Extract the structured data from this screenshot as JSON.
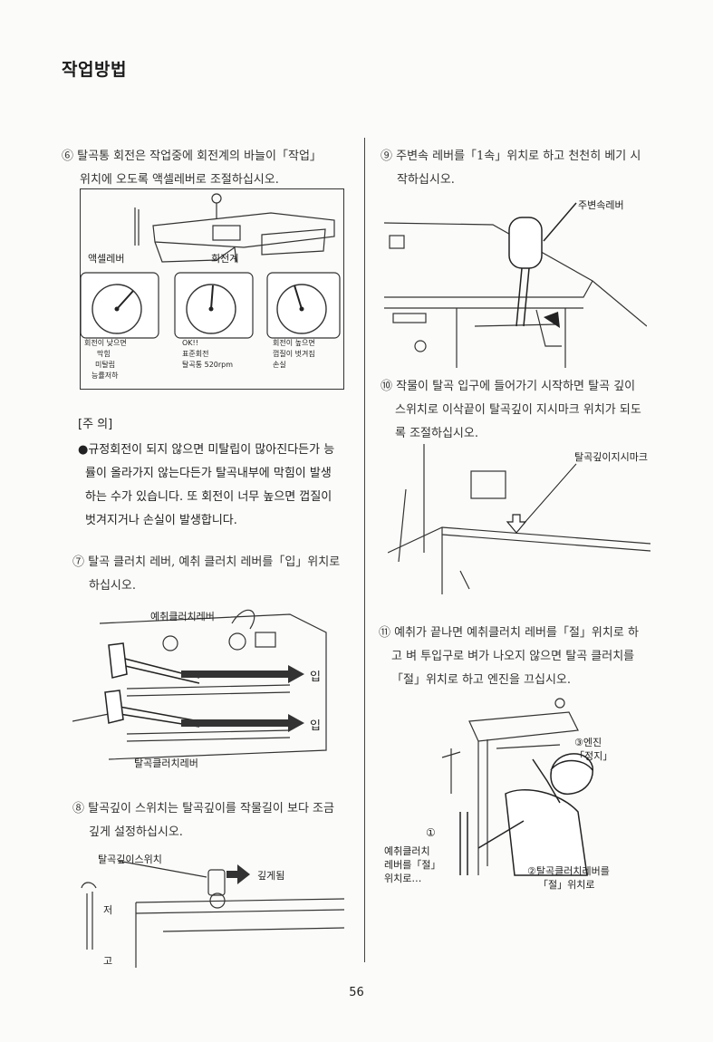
{
  "header": {
    "section_title": "작업방법"
  },
  "left": {
    "step6": {
      "line1": "⑥ 탈곡통 회전은 작업중에 회전계의 바늘이「작업」",
      "line2": "위치에 오도록 액셀레버로 조절하십시오."
    },
    "fig1": {
      "accel_lever": "액셀레버",
      "tachometer": "회전계",
      "gauges": [
        {
          "caption": [
            "회전이 낮으면",
            "막힘",
            "미탈립",
            "능률저하"
          ]
        },
        {
          "caption": [
            "OK!!",
            "표준회전",
            "탈곡통 520rpm"
          ]
        },
        {
          "caption": [
            "회전이 높으면",
            "껍질이 벗겨짐",
            "손실"
          ]
        }
      ]
    },
    "caution": {
      "heading": "[주  의]",
      "lines": [
        "●규정회전이 되지 않으면 미탈립이 많아진다든가 능",
        "률이 올라가지 않는다든가 탈곡내부에 막힘이 발생",
        "하는 수가 있습니다. 또 회전이 너무 높으면 껍질이",
        "벗겨지거나 손실이 발생합니다."
      ]
    },
    "step7": {
      "line1": "⑦ 탈곡 클러치 레버, 예취 클러치 레버를「입」위치로",
      "line2": "하십시오."
    },
    "fig2": {
      "reaping_clutch_lever": "예취클러치레버",
      "in1": "입",
      "in2": "입",
      "threshing_clutch_lever": "탈곡클러치레버"
    },
    "step8": {
      "line1": "⑧ 탈곡깊이 스위치는 탈곡깊이를 작물길이 보다 조금",
      "line2": "깊게 설정하십시오."
    },
    "fig3": {
      "depth_switch": "탈곡깊이스위치",
      "deeper": "깊게됨",
      "low": "저",
      "high": "고"
    }
  },
  "right": {
    "step9": {
      "line1": "⑨ 주변속 레버를「1속」위치로 하고 천천히 베기 시",
      "line2": "작하십시오."
    },
    "fig4": {
      "main_shift_lever": "주변속레버"
    },
    "step10": {
      "line1": "⑩ 작물이 탈곡 입구에 들어가기 시작하면 탈곡 깊이",
      "line2": "스위치로 이삭끝이 탈곡깊이 지시마크 위치가 되도",
      "line3": "록 조절하십시오."
    },
    "fig5": {
      "depth_mark": "탈곡깊이지시마크"
    },
    "step11": {
      "line1": "⑪ 예취가 끝나면 예취클러치 레버를「절」위치로 하",
      "line2": "고 벼 투입구로 벼가 나오지 않으면 탈곡 클러치를",
      "line3": "「절」위치로 하고 엔진을 끄십시오."
    },
    "fig6": {
      "n1": "①",
      "n1_l1": "예취클러치",
      "n1_l2": "레버를「절」",
      "n1_l3": "위치로…",
      "n2_l1": "②탈곡클러치레버를",
      "n2_l2": "「절」위치로",
      "n3_l1": "③엔진",
      "n3_l2": "「정지」"
    }
  },
  "footer": {
    "page_number": "56"
  }
}
